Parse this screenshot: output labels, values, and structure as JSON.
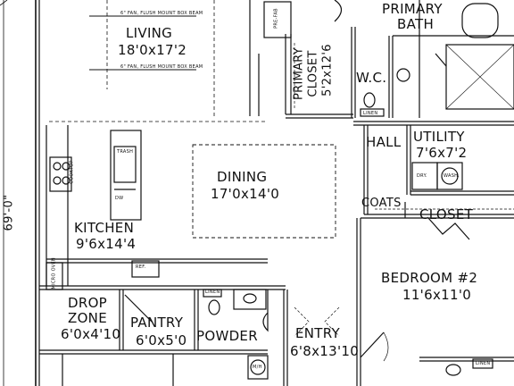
{
  "plan": {
    "overall_dimension": "69'-0\"",
    "rooms": {
      "living": {
        "name": "LIVING",
        "size": "18'0x17'2"
      },
      "dining": {
        "name": "DINING",
        "size": "17'0x14'0"
      },
      "kitchen": {
        "name": "KITCHEN",
        "size": "9'6x14'4"
      },
      "drop_zone": {
        "name_line1": "DROP",
        "name_line2": "ZONE",
        "size": "6'0x4'10"
      },
      "pantry": {
        "name": "PANTRY",
        "size": "6'0x5'0"
      },
      "powder": {
        "name": "POWDER"
      },
      "entry": {
        "name": "ENTRY",
        "size": "6'8x13'10"
      },
      "bedroom2": {
        "name": "BEDROOM #2",
        "size": "11'6x11'0"
      },
      "primary_bath": {
        "name_line1": "PRIMARY",
        "name_line2": "BATH"
      },
      "primary_closet": {
        "name_line1": "PRIMARY",
        "name_line2": "CLOSET",
        "size": "5'2x12'6"
      },
      "wc": {
        "name": "W.C."
      },
      "hall": {
        "name": "HALL"
      },
      "utility": {
        "name": "UTILITY",
        "size": "7'6x7'2"
      },
      "coats": {
        "name": "COATS"
      },
      "closet": {
        "name": "CLOSET"
      }
    },
    "fixtures": {
      "fan_note": "6\" FAN, FLUSH MOUNT BOX BEAM",
      "prefab_fireplace": "PRE-FAB",
      "trash": "TRASH",
      "dw": "DW",
      "ref": "REF.",
      "micro_oven": "MICRO OVEN",
      "linen": "LINEN",
      "dry": "DRY.",
      "wash": "WASH.",
      "mh": "M/H",
      "cooktop": "COOKTOP"
    }
  }
}
